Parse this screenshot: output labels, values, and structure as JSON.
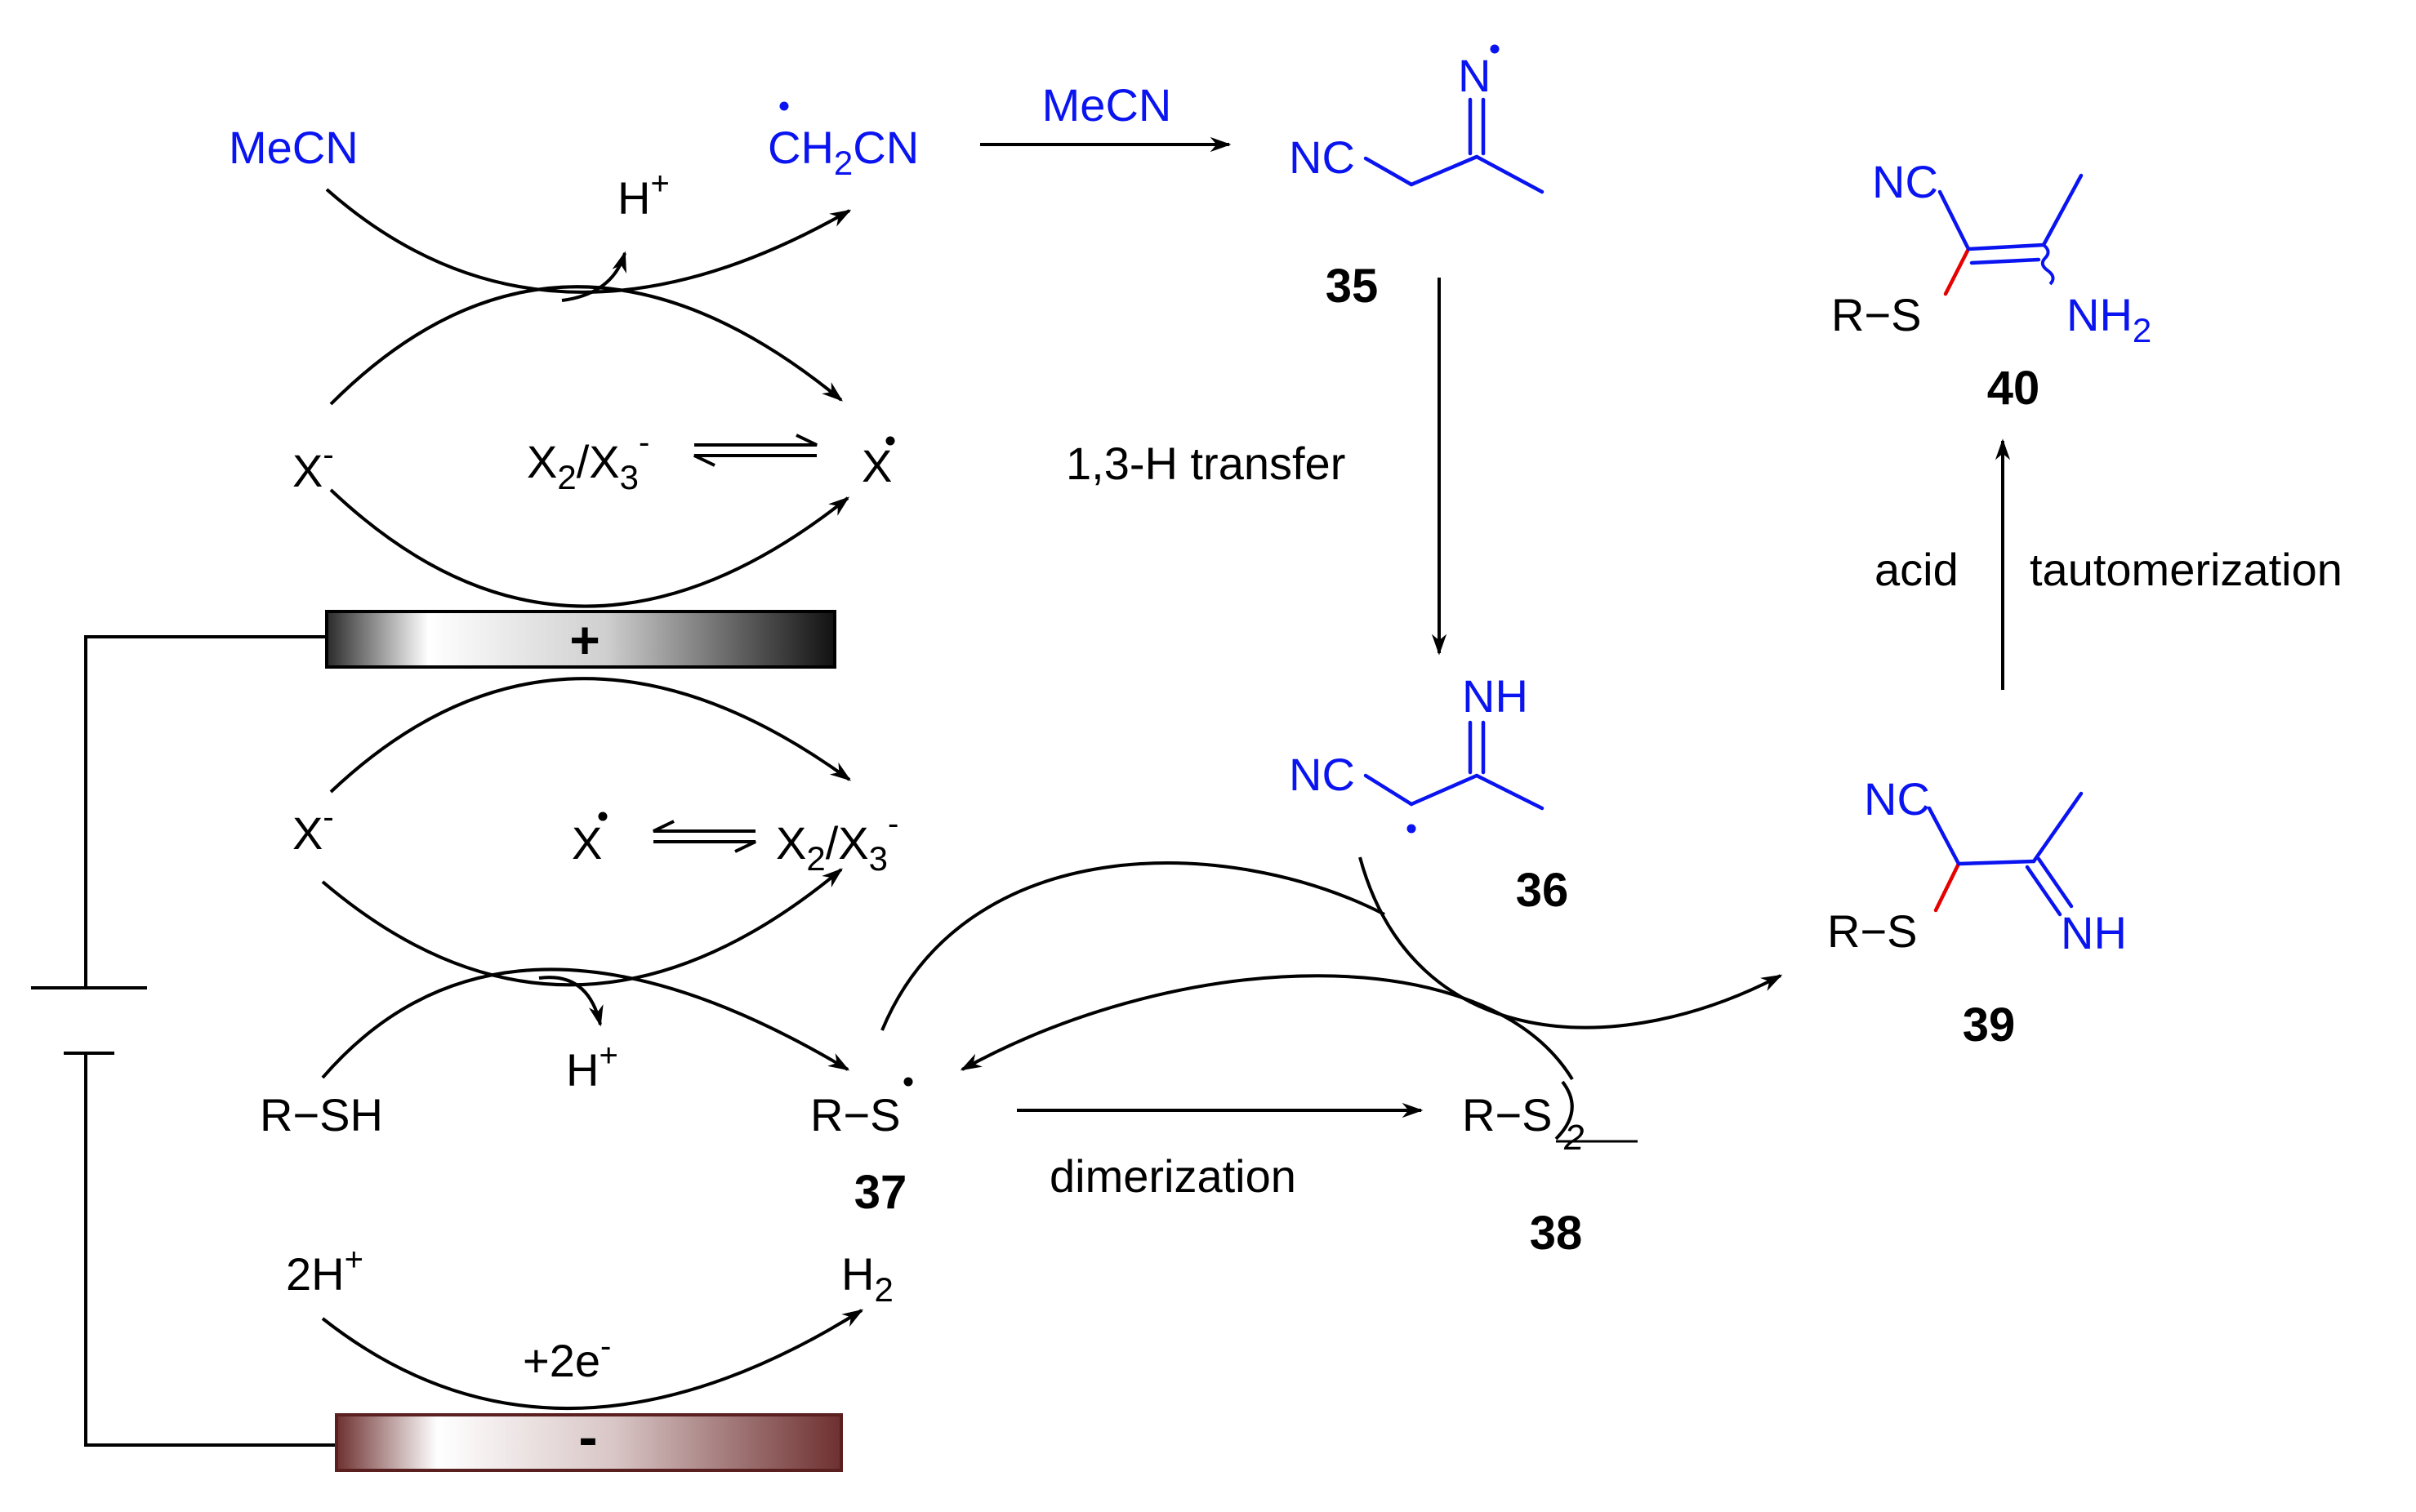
{
  "colors": {
    "blue": "#0a14f0",
    "red": "#e60000",
    "black": "#000000",
    "anode_dark": "#111111",
    "cathode_dark": "#6e3030"
  },
  "top_cycle": {
    "mecn": "MeCN",
    "h_plus": "H",
    "h_plus_sup": "+",
    "ch2cn_a": "CH",
    "ch2cn_sub": "2",
    "ch2cn_b": "CN",
    "x_minus": "X",
    "x_minus_sup": "-",
    "x2_a": "X",
    "x2_sub": "2",
    "x2_b": "/X",
    "x3_sub": "3",
    "x3_sup": "-",
    "x_radical": "X"
  },
  "electrodes": {
    "anode_sign": "+",
    "cathode_sign": "-"
  },
  "bottom_cycle": {
    "x_minus": "X",
    "x_minus_sup": "-",
    "x_radical": "X",
    "x2_a": "X",
    "x2_sub": "2",
    "x2_b": "/X",
    "x3_sub": "3",
    "x3_sup": "-",
    "rsh": "R−SH",
    "h_plus": "H",
    "h_plus_sup": "+",
    "rs_radical": "R−S",
    "compound_37": "37"
  },
  "cathode_cycle": {
    "two_h": "2H",
    "two_h_sup": "+",
    "h2": "H",
    "h2_sub": "2",
    "electrons": "+2e",
    "electrons_sup": "-"
  },
  "step_mecn": "MeCN",
  "step_13h": "1,3-H transfer",
  "step_dimer": "dimerization",
  "step_acid": "acid",
  "step_tauto": "tautomerization",
  "compound_35": {
    "n": "N",
    "nc": "NC",
    "number": "35"
  },
  "compound_36": {
    "nh": "NH",
    "nc": "NC",
    "number": "36"
  },
  "compound_38": {
    "rs": "R−S",
    "sub": "2",
    "number": "38"
  },
  "compound_39": {
    "nc": "NC",
    "rs": "R−S",
    "nh": "NH",
    "number": "39"
  },
  "compound_40": {
    "nc": "NC",
    "rs": "R−S",
    "nh2_a": "NH",
    "nh2_sub": "2",
    "number": "40"
  }
}
